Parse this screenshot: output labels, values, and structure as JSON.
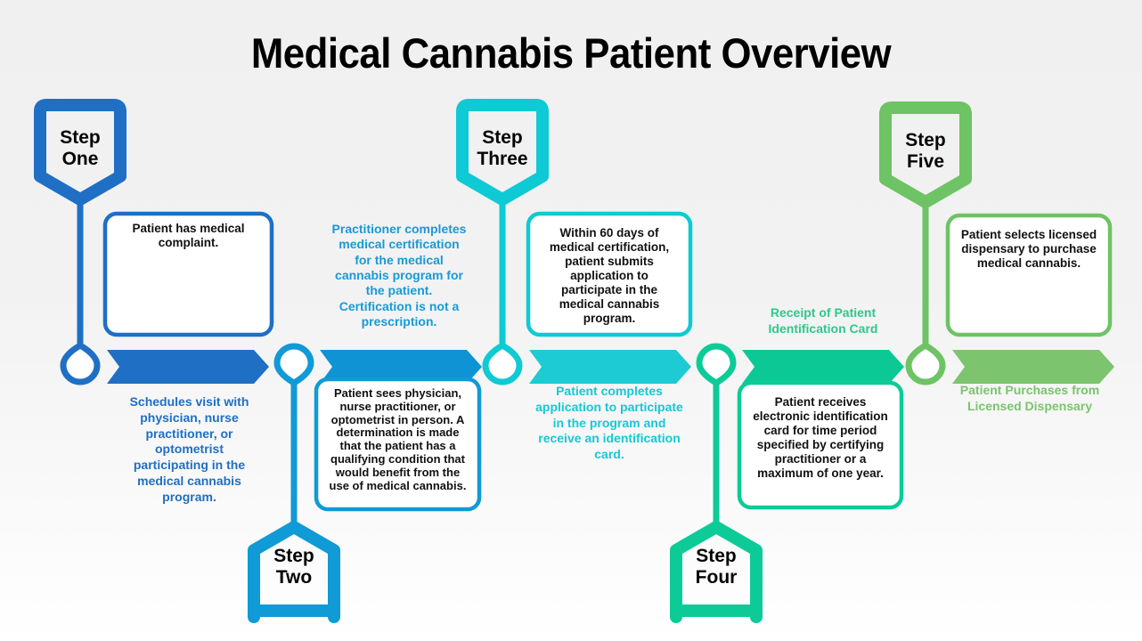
{
  "header": {
    "title": "Medical Cannabis Patient Overview"
  },
  "colors": {
    "step_one": "#1f6fc4",
    "step_two": "#109ad6",
    "step_three": "#0ecad4",
    "step_four": "#0ccb97",
    "step_five": "#6ec364",
    "background_top": "#f0f0f0",
    "background_bottom": "#ffffff",
    "card_text": "#111111",
    "title_text": "#000000"
  },
  "steps": [
    {
      "id": "step-one",
      "marker_label": "Step\nOne",
      "color": "#1f6fc4",
      "direction": "down",
      "card_text": "Patient has medical complaint.",
      "caption_text": "Schedules visit with physician, nurse practitioner, or optometrist participating in the medical cannabis program.",
      "caption_color": "#1f6fc4",
      "chevron_color": "#1f6fc4"
    },
    {
      "id": "step-two",
      "marker_label": "Step\nTwo",
      "color": "#109ad6",
      "direction": "up",
      "card_text": "Patient sees physician, nurse practitioner, or optometrist in person. A determination is made that the patient has a qualifying condition that would benefit from the use of medical cannabis.",
      "caption_text": "Practitioner completes medical certification for the medical cannabis program for the patient. Certification is not a prescription.",
      "caption_color": "#189ad8",
      "chevron_color": "#0f93d4"
    },
    {
      "id": "step-three",
      "marker_label": "Step\nThree",
      "color": "#0ecad4",
      "direction": "down",
      "card_text": "Within 60 days of medical certification, patient submits application to participate in the medical cannabis program.",
      "caption_text": "Patient completes application to participate in the program and receive an identification card.",
      "caption_color": "#14c9d4",
      "chevron_color": "#1ccbd4"
    },
    {
      "id": "step-four",
      "marker_label": "Step\nFour",
      "color": "#0ccb97",
      "direction": "up",
      "card_text": "Patient receives electronic identification card for time period specified by certifying practitioner or a maximum of one year.",
      "caption_text": "Receipt of Patient Identification Card",
      "caption_color": "#2bc98e",
      "chevron_color": "#0cc894"
    },
    {
      "id": "step-five",
      "marker_label": "Step\nFive",
      "color": "#6ec364",
      "direction": "down",
      "card_text": "Patient selects licensed dispensary to purchase medical cannabis.",
      "caption_text": "Patient Purchases from Licensed Dispensary",
      "caption_color": "#7ac46d",
      "chevron_color": "#7cc46e"
    }
  ]
}
